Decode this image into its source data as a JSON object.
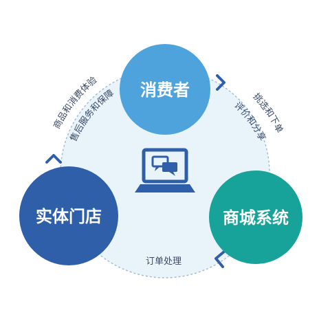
{
  "nodes": {
    "consumer": {
      "label": "消费者",
      "color": "#4ea3dc"
    },
    "mall": {
      "label": "商城系统",
      "color": "#17a39a"
    },
    "store": {
      "label": "实体门店",
      "color": "#2f5fa8"
    }
  },
  "edges": {
    "store_to_consumer_outer": "商品和消费体验",
    "store_to_consumer_inner": "售后服务和保障",
    "consumer_to_mall_outer": "挑选和下单",
    "consumer_to_mall_inner": "评价和分享",
    "mall_to_store": "订单处理"
  },
  "colors": {
    "ring_fill": "#e9f3fa",
    "ring_stroke": "#9fb8d6",
    "arrow": "#2f5fa8",
    "laptop": "#2f5fa8"
  },
  "icons": {
    "center": "laptop-chat-icon"
  }
}
